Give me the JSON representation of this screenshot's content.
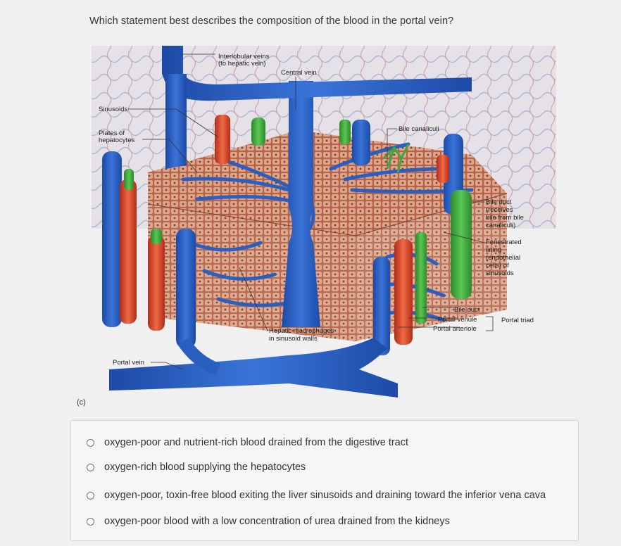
{
  "question": {
    "text": "Which statement best describes the composition of the blood in the portal vein?"
  },
  "figure": {
    "panel_label": "(c)",
    "labels": {
      "interlobular_1": "Interlobular veins",
      "interlobular_2": "(to hepatic vein)",
      "central_vein": "Central vein",
      "sinusoids": "Sinusoids",
      "plates_1": "Plates of",
      "plates_2": "hepatocytes",
      "bile_canaliculi": "Bile canaliculi",
      "bile_duct_right_1": "Bile duct",
      "bile_duct_right_2": "(receives",
      "bile_duct_right_3": "bile from bile",
      "bile_duct_right_4": "canaliculi)",
      "fenestrated_1": "Fenestrated",
      "fenestrated_2": "lining",
      "fenestrated_3": "(endothelial",
      "fenestrated_4": "cells) of",
      "fenestrated_5": "sinusoids",
      "triad_bile_duct": "Bile duct",
      "triad_portal_venule": "Portal venule",
      "triad_portal_arteriole": "Portal arteriole",
      "portal_triad": "Portal triad",
      "macrophages_1": "Hepatic macrophages",
      "macrophages_2": "in sinusoid walls",
      "portal_vein": "Portal vein"
    },
    "colors": {
      "vein_blue": "#2a5fc0",
      "artery_red": "#d8432b",
      "bile_green": "#3fa83a",
      "tissue_brown": "#a5583e",
      "tissue_light": "#d9b8a0"
    }
  },
  "answers": {
    "options": [
      {
        "text": "oxygen-poor and nutrient-rich blood drained from the digestive tract"
      },
      {
        "text": "oxygen-rich blood supplying the hepatocytes"
      },
      {
        "text": "oxygen-poor, toxin-free blood exiting the liver sinusoids and draining toward the inferior vena cava"
      },
      {
        "text": "oxygen-poor blood with a low concentration of urea drained from the kidneys"
      }
    ]
  }
}
